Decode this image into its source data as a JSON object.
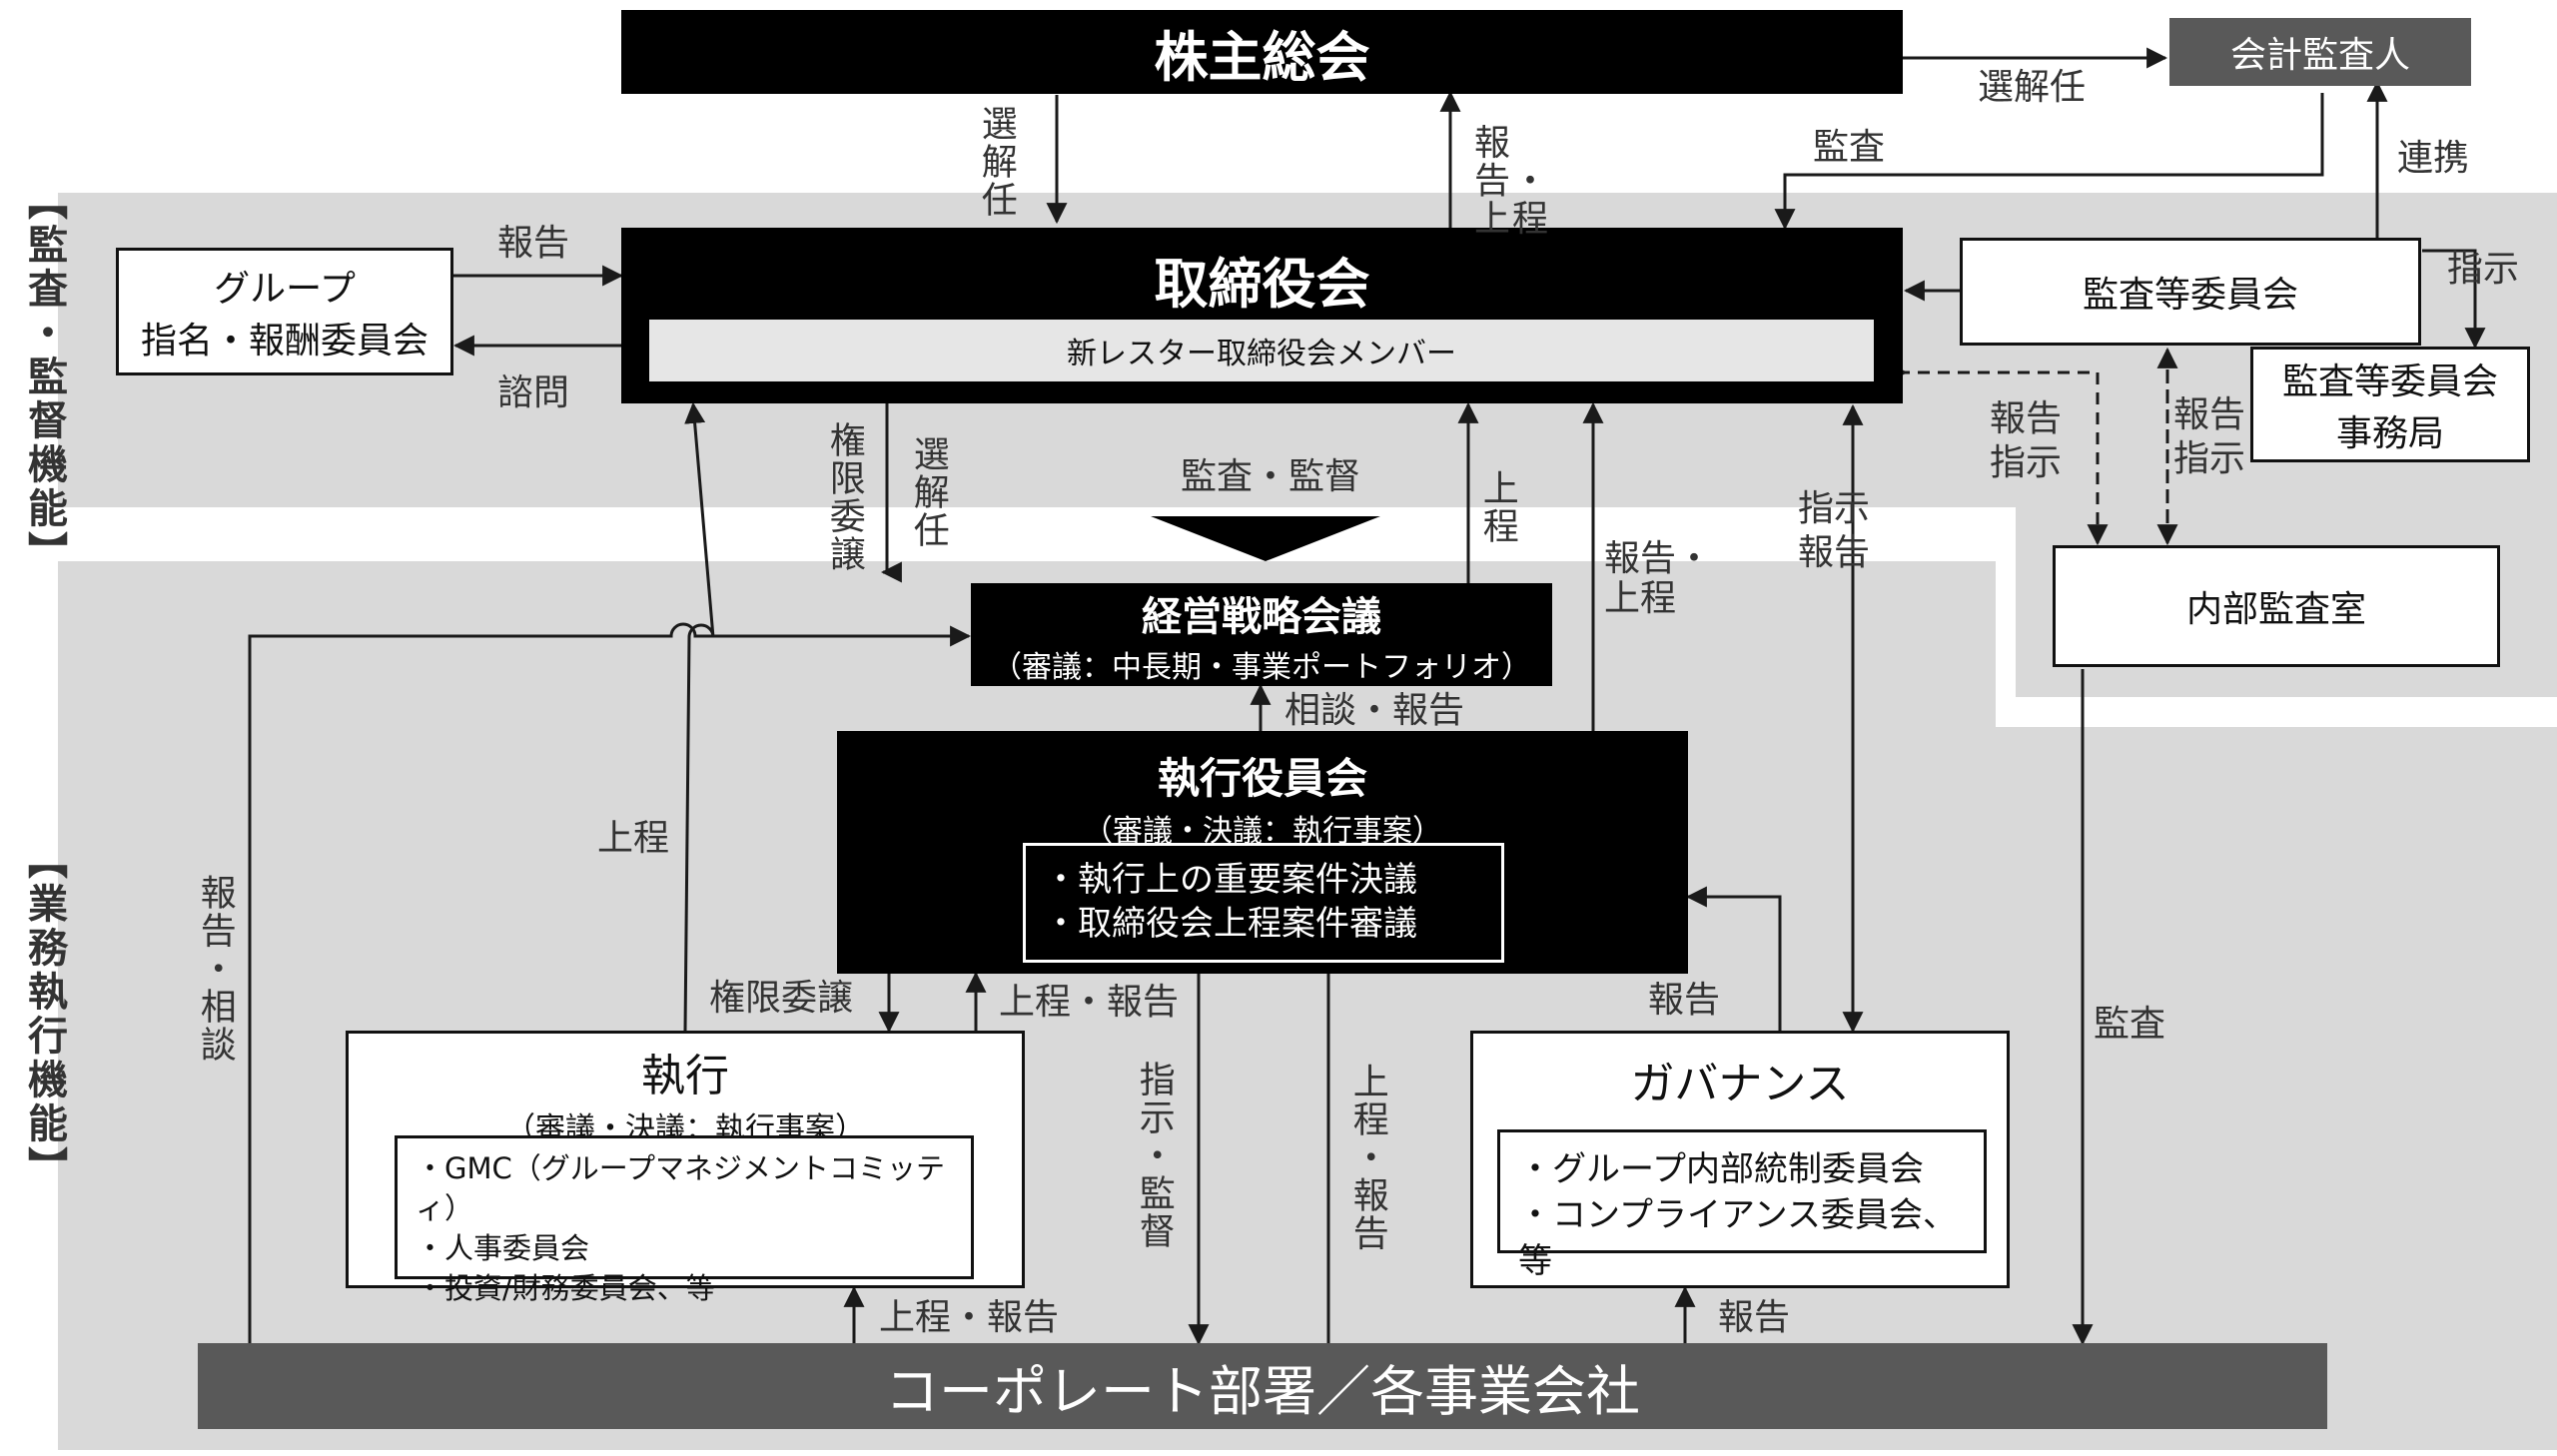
{
  "side_labels": {
    "audit": "【監査・監督機能】",
    "execution": "【業務執行機能】"
  },
  "nodes": {
    "shareholders": "株主総会",
    "accounting_auditor": "会計監査人",
    "board": "取締役会",
    "board_members": "新レスター取締役会メンバー",
    "nomination_committee_line1": "グループ",
    "nomination_committee_line2": "指名・報酬委員会",
    "audit_committee": "監査等委員会",
    "audit_committee_office_line1": "監査等委員会",
    "audit_committee_office_line2": "事務局",
    "internal_audit": "内部監査室",
    "strategy_meeting": "経営戦略会議",
    "strategy_meeting_sub": "（審議：中長期・事業ポートフォリオ）",
    "exec_officers": "執行役員会",
    "exec_officers_sub": "（審議・決議：執行事案）",
    "exec_officers_item1": "・執行上の重要案件決議",
    "exec_officers_item2": "・取締役会上程案件審議",
    "execution": "執行",
    "execution_sub": "（審議・決議：執行事案）",
    "execution_item1": "・GMC（グループマネジメントコミッティ）",
    "execution_item2": "・人事委員会",
    "execution_item3": "・投資/財務委員会、等",
    "governance": "ガバナンス",
    "governance_item1": "・グループ内部統制委員会",
    "governance_item2": "・コンプライアンス委員会、等",
    "corporate": "コーポレート部署／各事業会社"
  },
  "labels": {
    "elect_dismiss_acct": "選解任",
    "elect_dismiss_board": "選解任",
    "report_propose_top": "報告・上程",
    "audit_top": "監査",
    "cooperation": "連携",
    "report_nom": "報告",
    "consult_nom": "諮問",
    "instruct_office": "指示",
    "report_instruct_a": "報告指示",
    "report_instruct_b": "報告指示",
    "delegation": "権限委譲",
    "elect_dismiss_exec": "選解任",
    "audit_supervise": "監査・監督",
    "propose_strategy": "上程",
    "report_propose_exec": "報告・上程",
    "instruct_report_gov": "指示報告",
    "consult_report": "相談・報告",
    "propose_left": "上程",
    "report_consult_left": "報告・相談",
    "delegation_exec": "権限委譲",
    "propose_report_exec": "上程・報告",
    "instruct_supervise": "指示・監督",
    "propose_report_corp": "上程・報告",
    "report_gov_exec": "報告",
    "audit_internal": "監査",
    "propose_report_bottom": "上程・報告",
    "report_bottom_gov": "報告"
  }
}
